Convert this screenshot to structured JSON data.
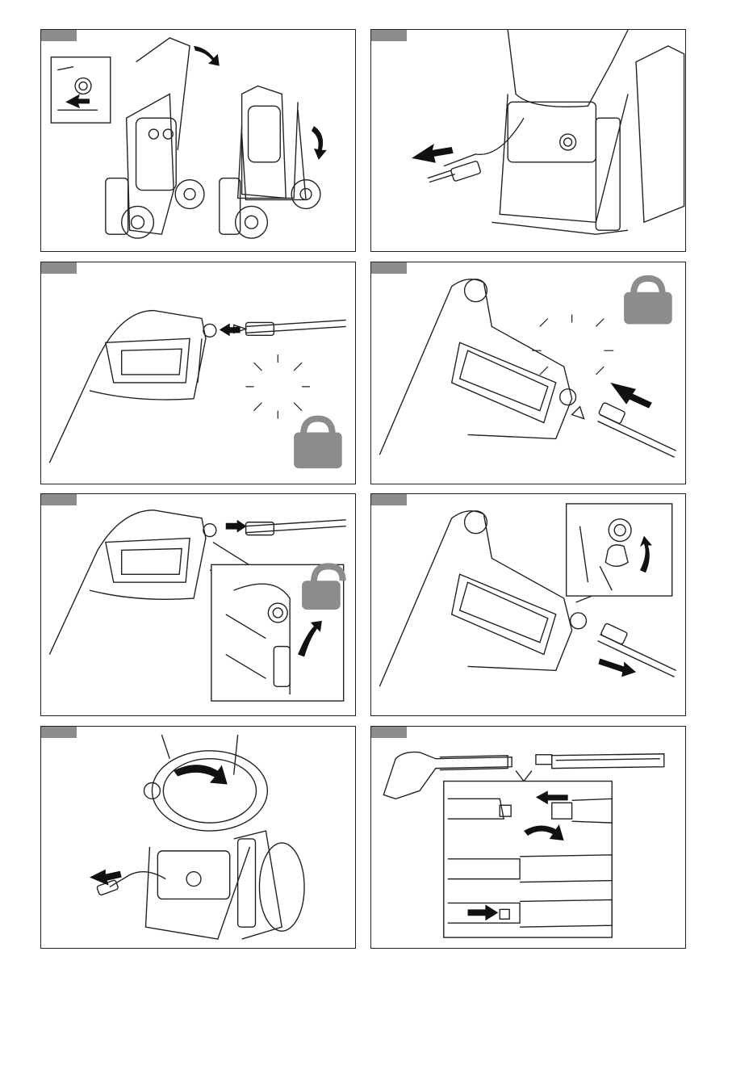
{
  "panels": [
    {
      "id": "1",
      "subject": "handle-fold"
    },
    {
      "id": "2",
      "subject": "hose-connection"
    },
    {
      "id": "3",
      "subject": "lance-lock"
    },
    {
      "id": "4",
      "subject": "lance-lock"
    },
    {
      "id": "5",
      "subject": "lance-unlock"
    },
    {
      "id": "6",
      "subject": "lance-unlock"
    },
    {
      "id": "7",
      "subject": "hose-reel"
    },
    {
      "id": "8",
      "subject": "gun-extension"
    }
  ],
  "colors": {
    "line": "#222222",
    "tab": "#8c8c8c",
    "lock": "#8c8c8c",
    "arrow": "#111111"
  },
  "icons": [
    "lock-closed-icon",
    "lock-open-icon",
    "arrow-icon",
    "rotate-arrow-icon"
  ]
}
